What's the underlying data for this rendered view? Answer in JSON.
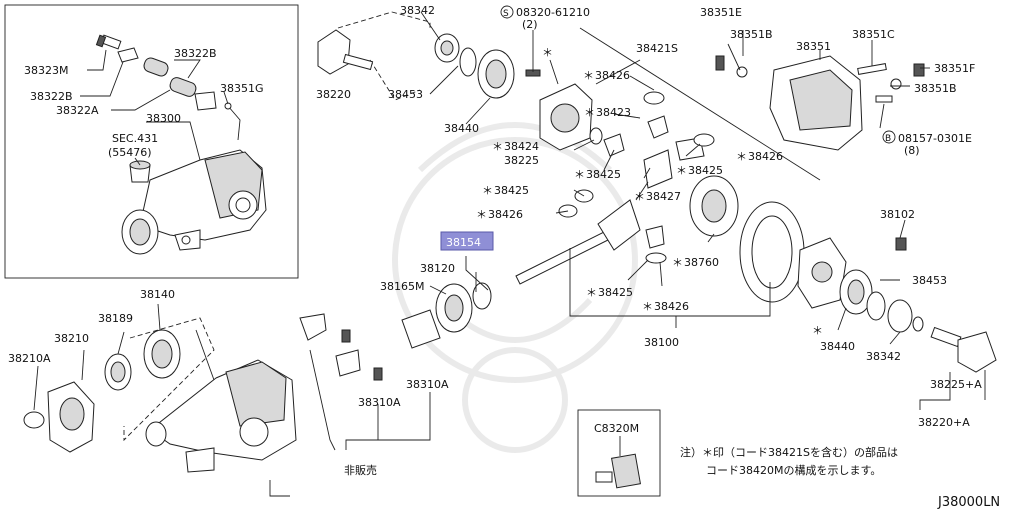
{
  "diagram_id": "J38000LN",
  "note": {
    "line1": "注）＊印（コード38421Sを含む）の部品は",
    "line2": "コード38420Mの構成を示します。"
  },
  "not_for_sale": "非販売",
  "sec_ref": {
    "line1": "SEC.431",
    "line2": "(55476)"
  },
  "highlighted_part": "38154",
  "labels": {
    "p38323M": "38323M",
    "p38322B_a": "38322B",
    "p38322B_b": "38322B",
    "p38322A": "38322A",
    "p38351G": "38351G",
    "p38300": "38300",
    "p38342_top": "38342",
    "p38220": "38220",
    "p38453_top": "38453",
    "p38440_top": "38440",
    "p08320": "08320-61210",
    "p08320_qty": "(2)",
    "p38421S": "38421S",
    "p38426_a": "38426",
    "p38423": "38423",
    "p38424": "38424",
    "p38225": "38225",
    "p38426_b": "38426",
    "p38425_a": "38425",
    "p38425_b": "38425",
    "p38427": "38427",
    "p38426_c": "38426",
    "p38760": "38760",
    "p38425_c": "38425",
    "p38426_d": "38426",
    "p38100": "38100",
    "p38120": "38120",
    "p38165M": "38165M",
    "p38351E": "38351E",
    "p38351B_a": "38351B",
    "p38351": "38351",
    "p38351C": "38351C",
    "p38351F": "38351F",
    "p38351B_b": "38351B",
    "p08157": "08157-0301E",
    "p08157_qty": "(8)",
    "p38102": "38102",
    "p38453_r": "38453",
    "p38440_r": "38440",
    "p38342_r": "38342",
    "p38225A": "38225+A",
    "p38220A": "38220+A",
    "p38140": "38140",
    "p38189": "38189",
    "p38210": "38210",
    "p38210A": "38210A",
    "p38310A_a": "38310A",
    "p38310A_b": "38310A",
    "pC8320M": "C8320M"
  },
  "markers": {
    "star": "＊",
    "circle_s": "S",
    "circle_b": "B"
  }
}
